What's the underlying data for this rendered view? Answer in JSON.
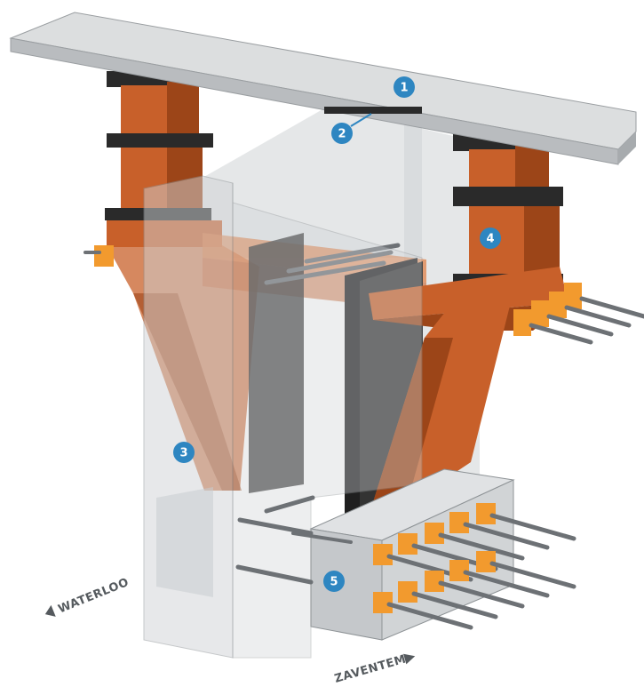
{
  "colors": {
    "steel": "#c8602a",
    "steel_light": "#e07a3e",
    "steel_dark": "#9c4518",
    "bracket": "#f29a2e",
    "concrete": "#c9cccf",
    "concrete_glass": "#d0d3d6",
    "deck": "#dcdedf",
    "plate": "#2a2a2a",
    "rod": "#6d7175",
    "badge": "#2e86c1"
  },
  "labels": [
    {
      "id": "1",
      "text": "1"
    },
    {
      "id": "2",
      "text": "2"
    },
    {
      "id": "3",
      "text": "3"
    },
    {
      "id": "4",
      "text": "4"
    },
    {
      "id": "5",
      "text": "5"
    }
  ],
  "directions": {
    "left": "WATERLOO",
    "right": "ZAVENTEM"
  }
}
